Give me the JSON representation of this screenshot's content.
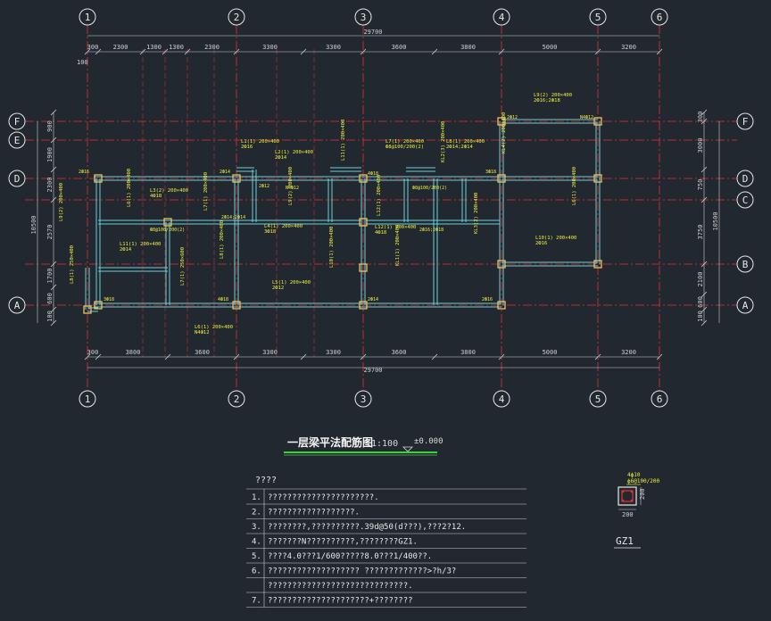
{
  "drawing": {
    "title": "一层梁平法配筋图",
    "scale": "1:100",
    "elevation": "±0.000"
  },
  "axes": {
    "x_labels": [
      "1",
      "2",
      "3",
      "4",
      "5",
      "6"
    ],
    "y_labels": [
      "F",
      "E",
      "D",
      "C",
      "B",
      "A"
    ]
  },
  "dimensions": {
    "top_total": "29700",
    "top_segments": [
      "300",
      "2300",
      "1300",
      "1300",
      "2300",
      "3300",
      "3300",
      "3600",
      "3800",
      "5000",
      "3200"
    ],
    "top_offset": "100",
    "bottom_total": "29700",
    "bottom_segments": [
      "300",
      "3800",
      "3600",
      "3300",
      "3300",
      "3600",
      "3800",
      "5000",
      "3200"
    ],
    "left_total": "10500",
    "left_segments": [
      "900",
      "1900",
      "2300",
      "2570",
      "1700",
      "600",
      "100"
    ],
    "right_total": "10500",
    "right_segments": [
      "300",
      "3000",
      "750",
      "3750",
      "2100",
      "600",
      "100"
    ]
  },
  "notes": {
    "heading": "????",
    "items": [
      {
        "num": "1.",
        "text": "??????????????????????."
      },
      {
        "num": "2.",
        "text": "??????????????????."
      },
      {
        "num": "3.",
        "text": "????????,??????????.39d@50(d???),???2?12."
      },
      {
        "num": "4.",
        "text": "???????N??????????,????????GZ1."
      },
      {
        "num": "5.",
        "text": "????4.0???1/600?????8.0???1/400??."
      },
      {
        "num": "6.",
        "text": "???????????????????        ?????????????>?h/3?"
      },
      {
        "num": "",
        "text": "?????????????????????????????."
      },
      {
        "num": "7.",
        "text": "?????????????????????+????????"
      }
    ]
  },
  "column_detail": {
    "label": "GZ1",
    "rebar_top": "4ф10",
    "rebar_stirrup": "ф6@100/200",
    "width": "200",
    "height": "200"
  },
  "beam_labels": [
    "L1(1) 200×400",
    "L2(1) 200×400",
    "L3(2) 200×400",
    "L4(1) 200×400",
    "L5(1) 200×400",
    "L6(1) 200×400",
    "L7(1) 200×400",
    "L8(1) 200×400",
    "L9(2) 200×400",
    "L10(1) 200×400",
    "L11(1) 200×400",
    "L12(1) 200×400",
    "KL1(1) 200×400",
    "KL2(3) 200×400",
    "KL3(2) 200×400",
    "KL4(2) 200×400",
    "L6(1) 200×400",
    "L7(1) 250×600",
    "L8(1) 250×400",
    "L9(2) 200×400",
    "L10(1) 200×400",
    "L11(1) 200×400",
    "L12(1) 200×400",
    "L13(2) 200×400"
  ],
  "rebar_tags": [
    "2Ф16",
    "2Ф14",
    "4Ф18",
    "3Ф18",
    "2Ф12",
    "N4Ф12",
    "Ф8@100/200(2)",
    "2Ф14;2Ф14",
    "2Ф16;2Ф18"
  ],
  "colors": {
    "background": "#212830",
    "grid_line": "#e63030",
    "bubble": "#e8e8e8",
    "wall": "#6fd0d8",
    "column": "#f0c060",
    "dim": "#d0d0d0",
    "annotation": "#f0f040",
    "title_underline": "#3fcf3f"
  }
}
